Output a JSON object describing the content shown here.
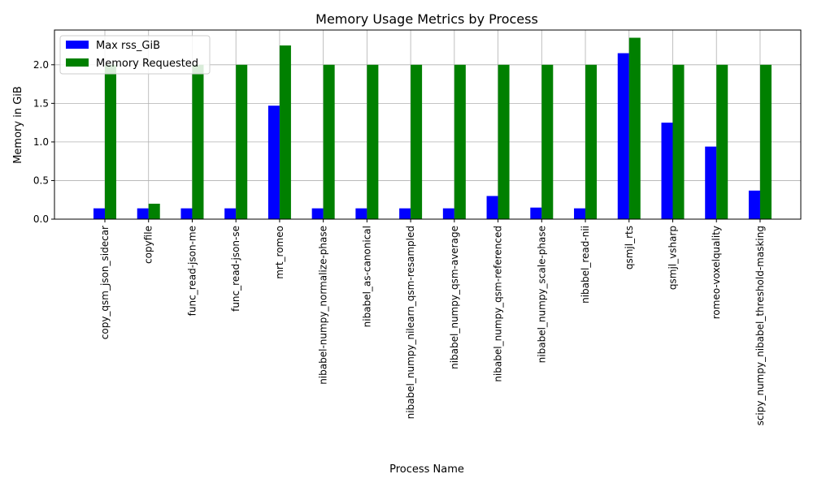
{
  "chart_data": {
    "type": "bar",
    "title": "Memory Usage Metrics by Process",
    "xlabel": "Process Name",
    "ylabel": "Memory in GiB",
    "ylim": [
      0,
      2.45
    ],
    "yticks": [
      "0.0",
      "0.5",
      "1.0",
      "1.5",
      "2.0"
    ],
    "grid": true,
    "legend_position": "top-left",
    "categories": [
      "copy_qsm_json_sidecar",
      "copyfile",
      "func_read-json-me",
      "func_read-json-se",
      "mrt_romeo",
      "nibabel-numpy_normalize-phase",
      "nibabel_as-canonical",
      "nibabel_numpy_nilearn_qsm-resampled",
      "nibabel_numpy_qsm-average",
      "nibabel_numpy_qsm-referenced",
      "nibabel_numpy_scale-phase",
      "nibabel_read-nii",
      "qsmjl_rts",
      "qsmjl_vsharp",
      "romeo-voxelquality",
      "scipy_numpy_nibabel_threshold-masking"
    ],
    "series": [
      {
        "name": "Max rss_GiB",
        "color": "#0000ff",
        "values": [
          0.14,
          0.14,
          0.14,
          0.14,
          1.47,
          0.14,
          0.14,
          0.14,
          0.14,
          0.3,
          0.15,
          0.14,
          2.15,
          1.25,
          0.94,
          0.37
        ]
      },
      {
        "name": "Memory Requested",
        "color": "#008000",
        "values": [
          2.0,
          0.2,
          2.0,
          2.0,
          2.25,
          2.0,
          2.0,
          2.0,
          2.0,
          2.0,
          2.0,
          2.0,
          2.35,
          2.0,
          2.0,
          2.0
        ]
      }
    ]
  }
}
